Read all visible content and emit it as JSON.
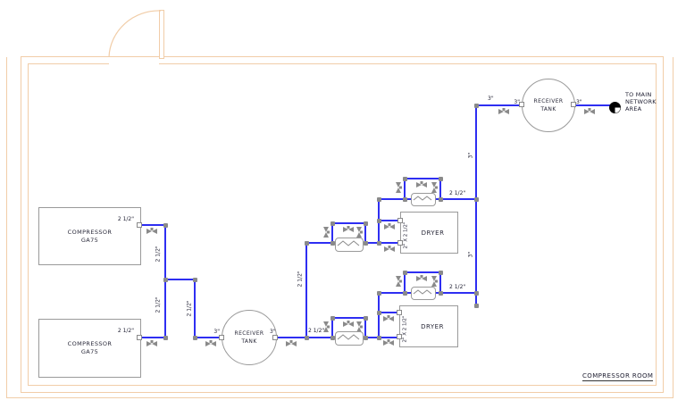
{
  "sizes": {
    "s25": "2 1/2\"",
    "s3": "3\""
  },
  "compressors": [
    {
      "name": "COMPRESSOR",
      "model": "GA75",
      "port_size": "2 1/2\""
    },
    {
      "name": "COMPRESSOR",
      "model": "GA75",
      "port_size": "2 1/2\""
    }
  ],
  "tanks": [
    {
      "line1": "RECEIVER",
      "line2": "TANK",
      "left_port": "3\"",
      "right_port": "3\""
    },
    {
      "line1": "RECEIVER",
      "line2": "TANK",
      "left_port": "3\"",
      "right_port": "3\""
    }
  ],
  "dryers": [
    {
      "label": "DRYER",
      "connection_label": "2\" X 2 1/2\""
    },
    {
      "label": "DRYER",
      "connection_label": "2\" X 2 1/2\""
    }
  ],
  "network_note": {
    "line1": "TO MAIN",
    "line2": "NETWORK",
    "line3": "AREA"
  },
  "room_label": "COMPRESSOR ROOM",
  "colors": {
    "pipe": "#2e2ef2",
    "wall": "#f1cda8",
    "fitting": "#8a8a8a",
    "equipment_border": "#9a9a9a"
  }
}
